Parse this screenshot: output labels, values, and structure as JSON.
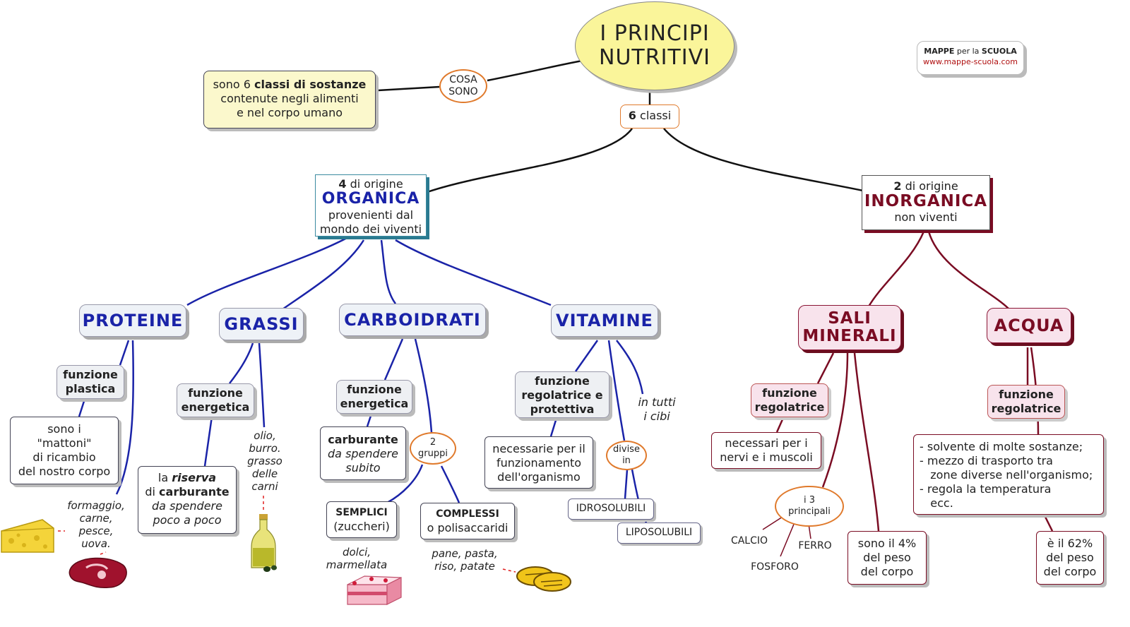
{
  "title": {
    "line1": "I PRINCIPI",
    "line2": "NUTRITIVI"
  },
  "brand": {
    "name_a": "MAPPE",
    "name_b": " per la ",
    "name_c": "SCUOLA",
    "url": "www.mappe-scuola.com"
  },
  "definition": {
    "link": "COSA\nSONO",
    "a": "sono 6 ",
    "b": "classi di sostanze",
    "c": "contenute negli alimenti",
    "d": "e nel corpo umano"
  },
  "classes": {
    "num": "6",
    "label": " classi"
  },
  "organica": {
    "num": "4",
    "pre": " di origine",
    "name": "ORGANICA",
    "l1": "provenienti dal",
    "l2": "mondo dei viventi"
  },
  "inorganica": {
    "num": "2",
    "pre": " di origine",
    "name": "INORGANICA",
    "l1": "non viventi"
  },
  "proteine": {
    "name": "PROTEINE",
    "fun": "funzione\nplastica",
    "desc": "sono i\n\"mattoni\"\ndi ricambio\ndel nostro corpo",
    "foods": "formaggio,\ncarne,\npesce,\nuova."
  },
  "grassi": {
    "name": "GRASSI",
    "fun": "funzione\nenergetica",
    "desc_a": "la ",
    "desc_b": "riserva",
    "desc_c": "di ",
    "desc_d": "carburante",
    "desc_e": "da spendere\npoco  a poco",
    "foods": "olio,\nburro.\ngrasso\ndelle\ncarni"
  },
  "carboidrati": {
    "name": "CARBOIDRATI",
    "fun": "funzione\nenergetica",
    "desc_a": "carburante",
    "desc_b": "da spendere\nsubito",
    "groups": "2\ngruppi",
    "semplici_a": "SEMPLICI",
    "semplici_b": "(zuccheri)",
    "complessi_a": "COMPLESSI",
    "complessi_b": "o polisaccaridi",
    "foods_s": "dolci,\nmarmellata",
    "foods_c": "pane, pasta,\nriso, patate"
  },
  "vitamine": {
    "name": "VITAMINE",
    "fun": "funzione\nregolatrice e\nprotettiva",
    "desc": "necessarie per il\nfunzionamento\ndell'organismo",
    "where": "in tutti\ni cibi",
    "split": "divise\nin",
    "idro": "IDROSOLUBILI",
    "lipo": "LIPOSOLUBILI"
  },
  "sali": {
    "name": "SALI\nMINERALI",
    "fun": "funzione\nregolatrice",
    "desc": "necessari per i\nnervi e i muscoli",
    "main": "i 3\nprincipali",
    "m1": "CALCIO",
    "m2": "FERRO",
    "m3": "FOSFORO",
    "pct": "sono il 4%\ndel peso\ndel corpo"
  },
  "acqua": {
    "name": "ACQUA",
    "fun": "funzione\nregolatrice",
    "list": "- solvente di molte sostanze;\n- mezzo di trasporto tra\n   zone diverse nell'organismo;\n- regola la temperatura\n   ecc.",
    "pct": "è il 62%\ndel peso\ndel corpo"
  },
  "colors": {
    "organic": "#1a23a8",
    "inorganic": "#7a0c23",
    "title_fill": "#faf59a",
    "oval_border": "#e07a2c"
  }
}
